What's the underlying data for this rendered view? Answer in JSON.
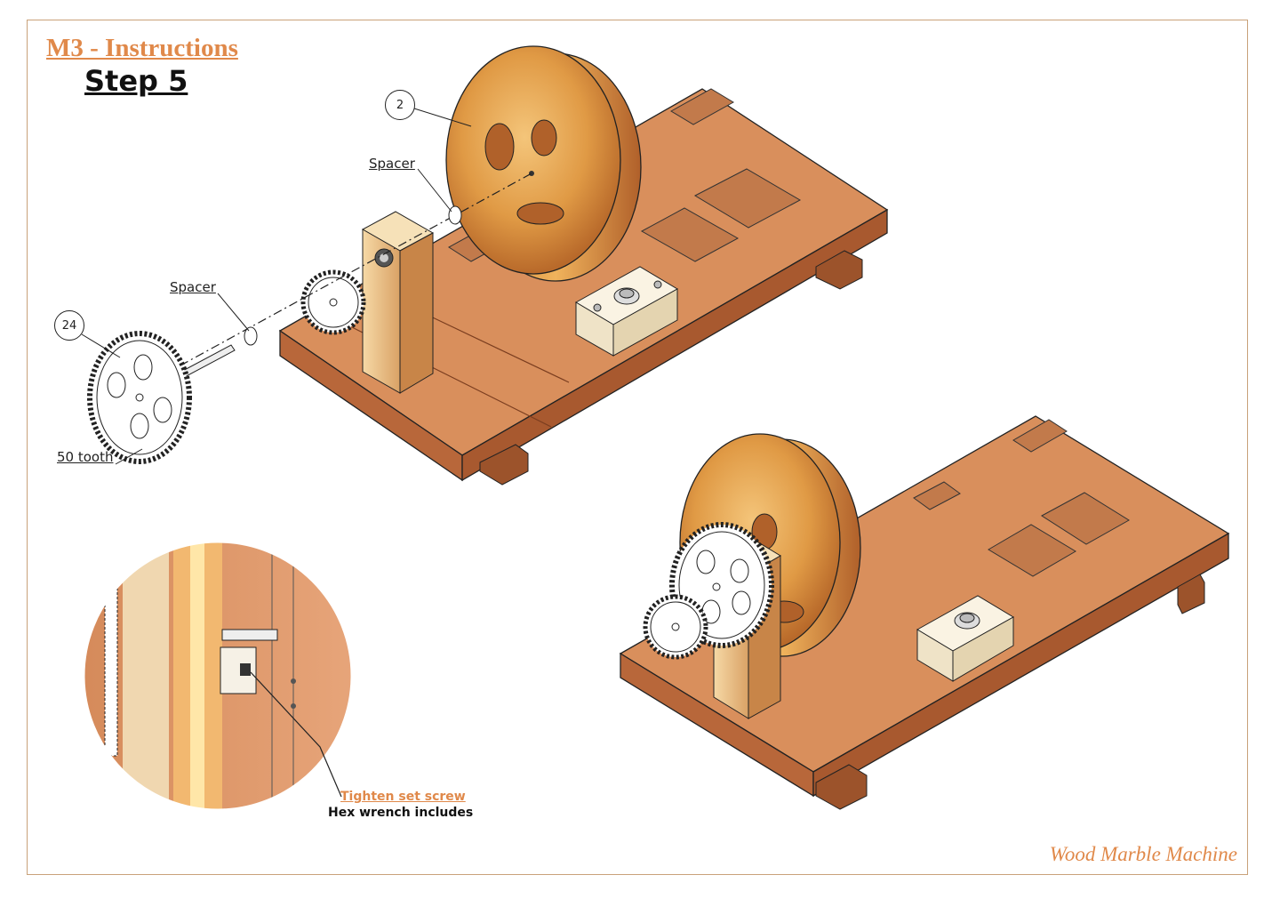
{
  "header": {
    "title": "M3 - Instructions",
    "step": "Step 5"
  },
  "labels": {
    "spacer_top": "Spacer",
    "spacer_left": "Spacer",
    "gear_teeth": "50 tooth",
    "callout_wheel": "2",
    "callout_gear": "24",
    "tighten": "Tighten set screw",
    "hex": "Hex wrench includes"
  },
  "footer": {
    "brand": "Wood Marble Machine"
  },
  "colors": {
    "accent": "#e0894a",
    "wood_top": "#d98f5c",
    "wood_side": "#b8673a",
    "wheel": "#e3a14a",
    "switch": "#f3ead6",
    "frame": "#c9a27a"
  }
}
